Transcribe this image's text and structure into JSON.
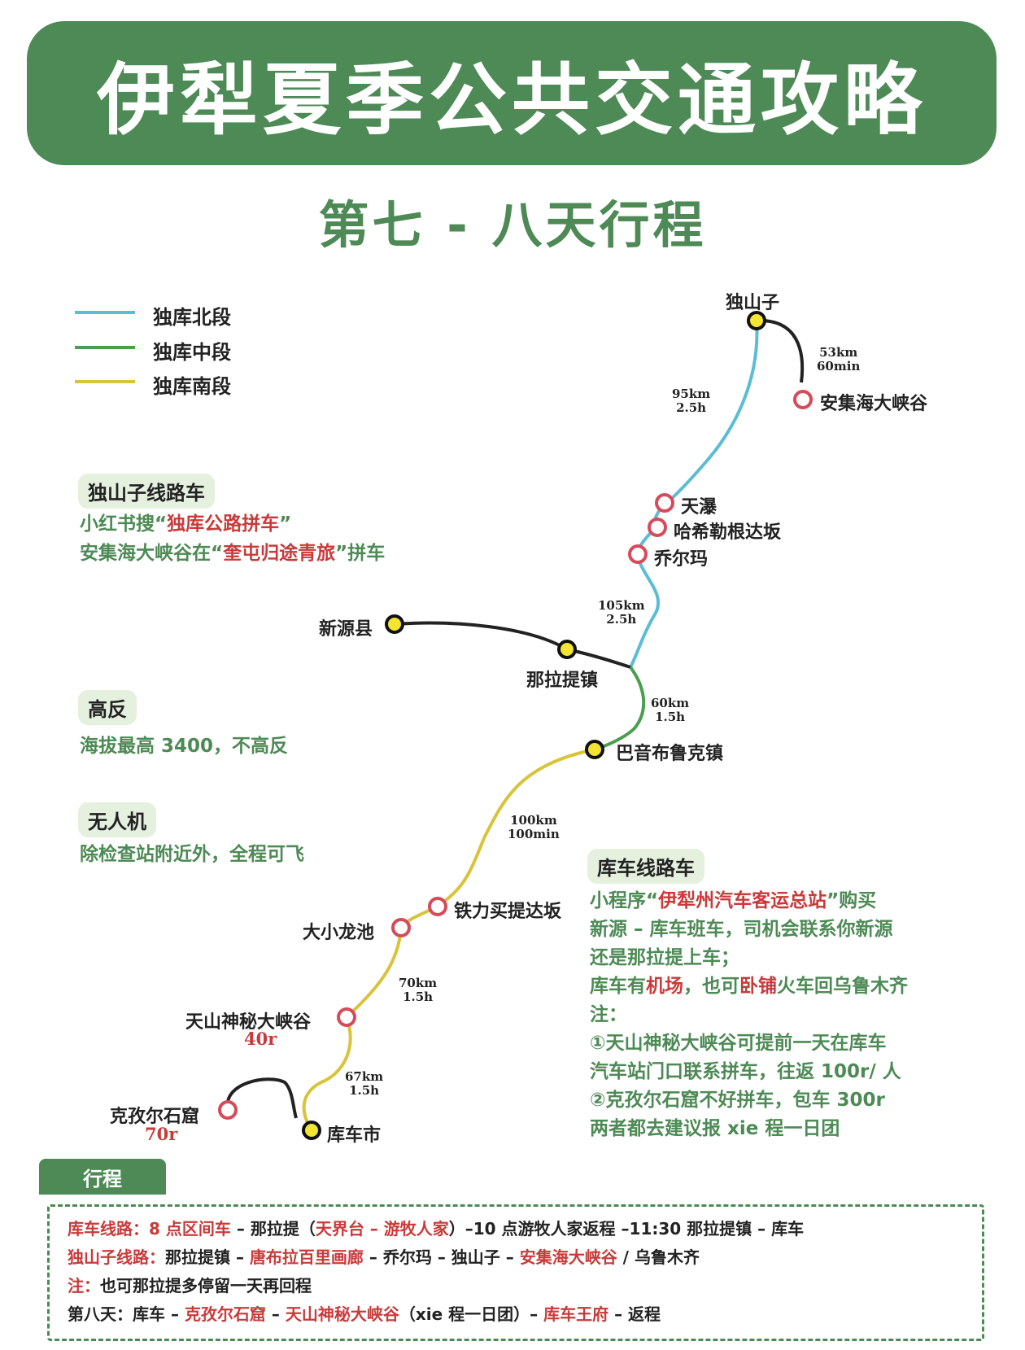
{
  "title": "伊犁夏季公共交通攻略",
  "subtitle": "第七 - 八天行程",
  "colors": {
    "north": "#5bbcd6",
    "middle": "#4a9e4f",
    "south": "#d9c33a",
    "accent": "#4d8a55",
    "red": "#c93a3a",
    "station_fill": "#f3e531"
  },
  "legend": [
    {
      "label": "独库北段",
      "color": "#5bbcd6"
    },
    {
      "label": "独库中段",
      "color": "#4a9e4f"
    },
    {
      "label": "独库南段",
      "color": "#d9c33a"
    }
  ],
  "stations": {
    "dushanzi": "独山子",
    "anjihai": "安集海大峡谷",
    "tianpu": "天瀑",
    "haxi": "哈希勒根达坂",
    "qiaoerma": "乔尔玛",
    "xinyuan": "新源县",
    "nalati": "那拉提镇",
    "bayinbuluke": "巴音布鲁克镇",
    "tielimaiti": "铁力买提达坂",
    "daxiaolongchi": "大小龙池",
    "tianshan": "天山神秘大峡谷",
    "kezier": "克孜尔石窟",
    "kuche": "库车市"
  },
  "prices": {
    "tianshan": "40r",
    "kezier": "70r"
  },
  "distances": {
    "d53": [
      "53km",
      "60min"
    ],
    "d95": [
      "95km",
      "2.5h"
    ],
    "d105": [
      "105km",
      "2.5h"
    ],
    "d60": [
      "60km",
      "1.5h"
    ],
    "d100": [
      "100km",
      "100min"
    ],
    "d70": [
      "70km",
      "1.5h"
    ],
    "d67": [
      "67km",
      "1.5h"
    ]
  },
  "notes": {
    "dushanzi_tag": "独山子线路车",
    "dushanzi_l1a": "小红书搜“",
    "dushanzi_l1b": "独库公路拼车",
    "dushanzi_l1c": "”",
    "dushanzi_l2a": "安集海大峡谷在“",
    "dushanzi_l2b": "奎屯归途青旅",
    "dushanzi_l2c": "”拼车",
    "gaofan_tag": "高反",
    "gaofan_text": "海拔最高 3400，不高反",
    "drone_tag": "无人机",
    "drone_text": "除检查站附近外，全程可飞"
  },
  "kuche_info": {
    "tag": "库车线路车",
    "l1a": "小程序“",
    "l1b": "伊犁州汽车客运总站",
    "l1c": "”购买",
    "l2": "新源 – 库车班车，司机会联系你新源",
    "l3": "还是那拉提上车；",
    "l4a": "库车有",
    "l4b": "机场",
    "l4c": "，也可",
    "l4d": "卧铺",
    "l4e": "火车回乌鲁木齐",
    "l5": "注：",
    "l6": "①天山神秘大峡谷可提前一天在库车",
    "l7": "汽车站门口联系拼车，往返 100r/ 人",
    "l8": "②克孜尔石窟不好拼车，包车 300r",
    "l9": "两者都去建议报 xie 程一日团"
  },
  "itinerary": {
    "tab": "行程",
    "r1a": "库车线路：8 点区间车",
    "r1b": " – 那拉提（",
    "r1c": "天界台 – 游牧人家",
    "r1d": "）–10 点游牧人家返程 –11:30 那拉提镇 – 库车",
    "r2a": "独山子线路：",
    "r2b": "那拉提镇 – ",
    "r2c": "唐布拉百里画廊",
    "r2d": " – 乔尔玛 – 独山子 – ",
    "r2e": "安集海大峡谷",
    "r2f": " / 乌鲁木齐",
    "r3a": "注：",
    "r3b": "也可那拉提多停留一天再回程",
    "r4a": "第八天：库车 – ",
    "r4b": "克孜尔石窟",
    "r4c": " – ",
    "r4d": "天山神秘大峡谷",
    "r4e": "（xie 程一日团）– ",
    "r4f": "库车王府",
    "r4g": " – 返程"
  }
}
